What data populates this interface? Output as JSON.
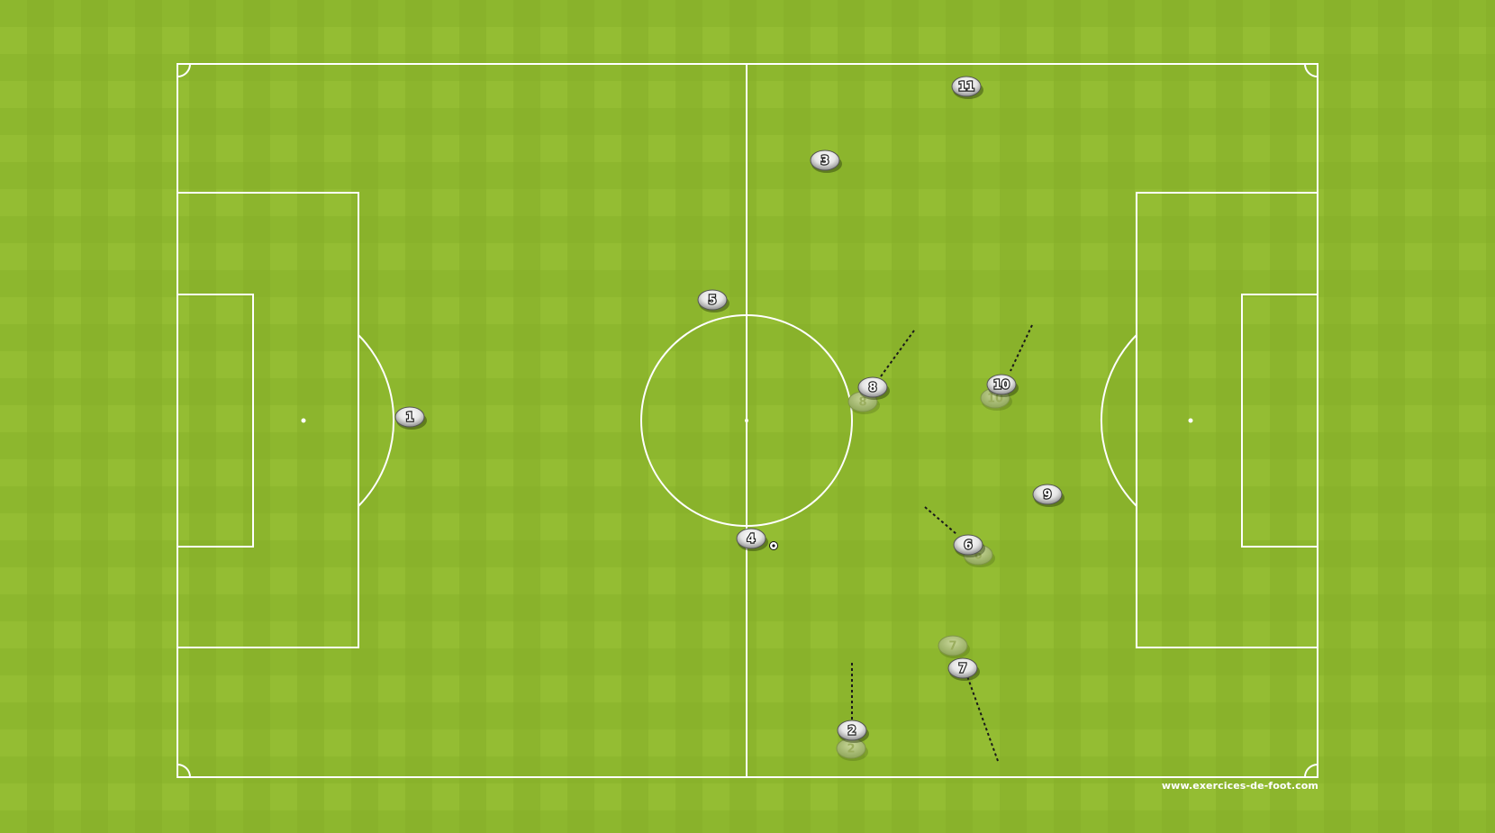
{
  "diagram": {
    "pitch_color": "#8db92e",
    "line_color": "#ffffff",
    "watermark": "www.exercices-de-foot.com",
    "ball": "football-icon",
    "players": [
      {
        "number": "1",
        "ghost": false
      },
      {
        "number": "2",
        "ghost": false
      },
      {
        "number": "3",
        "ghost": false
      },
      {
        "number": "4",
        "ghost": false
      },
      {
        "number": "5",
        "ghost": false
      },
      {
        "number": "6",
        "ghost": false
      },
      {
        "number": "7",
        "ghost": false
      },
      {
        "number": "8",
        "ghost": false
      },
      {
        "number": "9",
        "ghost": false
      },
      {
        "number": "10",
        "ghost": false
      },
      {
        "number": "11",
        "ghost": false
      }
    ],
    "ghost_players": [
      {
        "number": "2"
      },
      {
        "number": "6"
      },
      {
        "number": "7"
      },
      {
        "number": "8"
      },
      {
        "number": "10"
      }
    ],
    "movement_runs": [
      "2",
      "6",
      "7",
      "8",
      "10"
    ]
  }
}
